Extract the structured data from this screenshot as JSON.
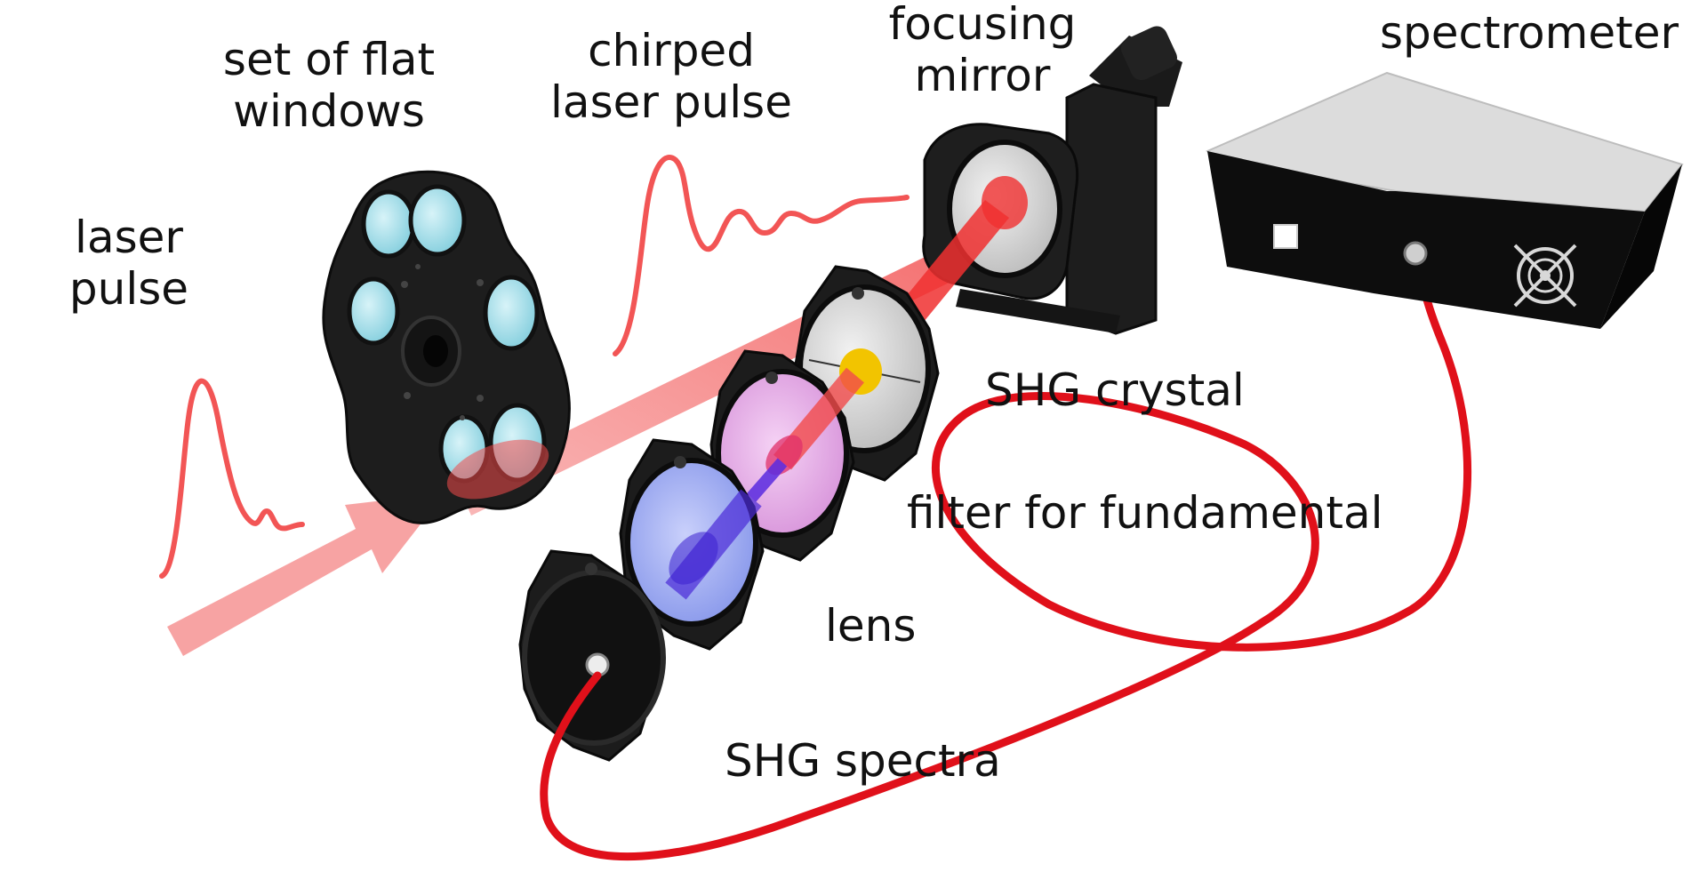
{
  "labels": {
    "laser_pulse": [
      "laser",
      "pulse"
    ],
    "flat_windows": [
      "set of flat",
      "windows"
    ],
    "chirped_pulse": [
      "chirped",
      "laser pulse"
    ],
    "focusing_mirror": [
      "focusing",
      "mirror"
    ],
    "spectrometer": "spectrometer",
    "shg_crystal": "SHG crystal",
    "filter": "filter for fundamental",
    "lens": "lens",
    "shg_spectra": "SHG spectra"
  },
  "colors": {
    "beam": "#f24b4b",
    "pulse_curve": "#f25555",
    "fiber": "#e0101a",
    "mount": "#1b1b1b",
    "window_glass": "#8fd3e0",
    "lens_glass": "#9aa8f0",
    "filter_glass": "#e4a6e6",
    "crystal": "#f2c400",
    "shg_beam": "#4b2bd8",
    "spectrometer_top": "#dcdcdc",
    "spectrometer_front": "#0d0d0d"
  },
  "icons": [
    "fan-icon",
    "port-icon"
  ]
}
